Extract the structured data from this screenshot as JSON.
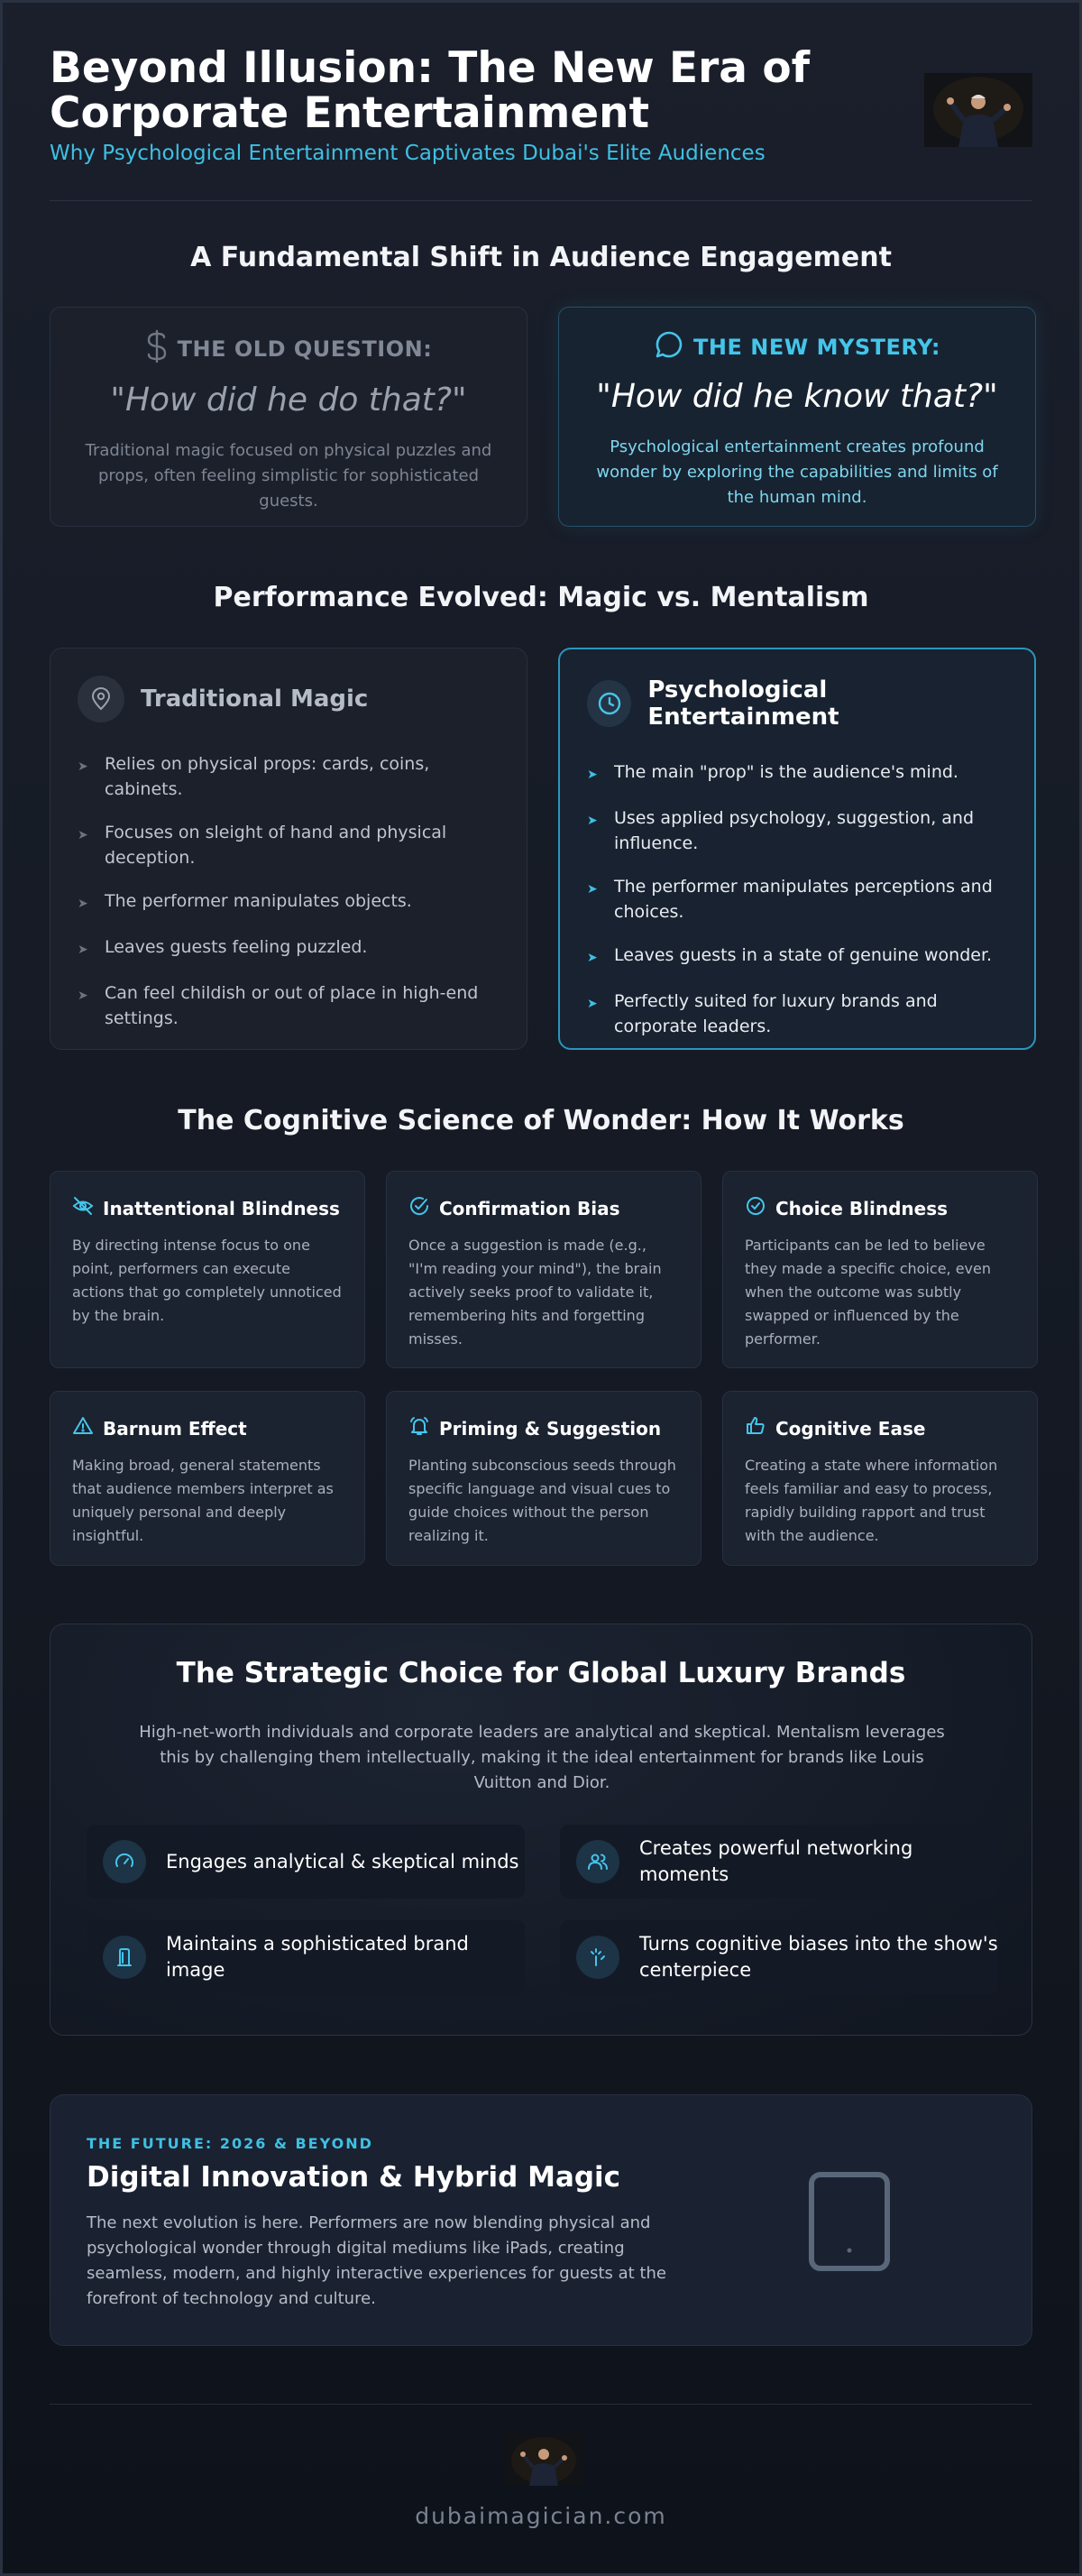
{
  "header": {
    "title": "Beyond Illusion: The New Era of Corporate Entertainment",
    "subtitle": "Why Psychological Entertainment Captivates Dubai's Elite Audiences"
  },
  "shift": {
    "title": "A Fundamental Shift in Audience Engagement",
    "old": {
      "icon": "dollar-icon",
      "label": "THE OLD QUESTION:",
      "quote": "\"How did he do that?\"",
      "description": "Traditional magic focused on physical puzzles and props, often feeling simplistic for sophisticated guests."
    },
    "new": {
      "icon": "speech-bubble-icon",
      "label": "THE NEW MYSTERY:",
      "quote": "\"How did he know that?\"",
      "description": "Psychological entertainment creates profound wonder by exploring the capabilities and limits of the human mind."
    }
  },
  "performance": {
    "title": "Performance Evolved: Magic vs. Mentalism",
    "traditional": {
      "icon": "map-pin-icon",
      "name": "Traditional Magic",
      "items": [
        "Relies on physical props: cards, coins, cabinets.",
        "Focuses on sleight of hand and physical deception.",
        "The performer manipulates objects.",
        "Leaves guests feeling puzzled.",
        "Can feel childish or out of place in high-end settings."
      ]
    },
    "psychological": {
      "icon": "clock-icon",
      "name": "Psychological Entertainment",
      "items": [
        "The main \"prop\" is the audience's mind.",
        "Uses applied psychology, suggestion, and influence.",
        "The performer manipulates perceptions and choices.",
        "Leaves guests in a state of genuine wonder.",
        "Perfectly suited for luxury brands and corporate leaders."
      ]
    }
  },
  "science": {
    "title": "The Cognitive Science of Wonder: How It Works",
    "cards": [
      {
        "icon": "eye-off-icon",
        "title": "Inattentional Blindness",
        "description": "By directing intense focus to one point, performers can execute actions that go completely unnoticed by the brain."
      },
      {
        "icon": "check-circle-icon",
        "title": "Confirmation Bias",
        "description": "Once a suggestion is made (e.g., \"I'm reading your mind\"), the brain actively seeks proof to validate it, remembering hits and forgetting misses."
      },
      {
        "icon": "check-badge-icon",
        "title": "Choice Blindness",
        "description": "Participants can be led to believe they made a specific choice, even when the outcome was subtly swapped or influenced by the performer."
      },
      {
        "icon": "warning-icon",
        "title": "Barnum Effect",
        "description": "Making broad, general statements that audience members interpret as uniquely personal and deeply insightful."
      },
      {
        "icon": "bell-ring-icon",
        "title": "Priming & Suggestion",
        "description": "Planting subconscious seeds through specific language and visual cues to guide choices without the person realizing it."
      },
      {
        "icon": "thumbs-up-icon",
        "title": "Cognitive Ease",
        "description": "Creating a state where information feels familiar and easy to process, rapidly building rapport and trust with the audience."
      }
    ]
  },
  "strategic": {
    "title": "The Strategic Choice for Global Luxury Brands",
    "description": "High-net-worth individuals and corporate leaders are analytical and skeptical. Mentalism leverages this by challenging them intellectually, making it the ideal entertainment for brands like Louis Vuitton and Dior.",
    "features": [
      {
        "icon": "gauge-icon",
        "label": "Engages analytical & skeptical minds"
      },
      {
        "icon": "users-icon",
        "label": "Creates powerful networking moments"
      },
      {
        "icon": "gem-tower-icon",
        "label": "Maintains a sophisticated brand image"
      },
      {
        "icon": "sparkle-wand-icon",
        "label": "Turns cognitive biases into the show's centerpiece"
      }
    ]
  },
  "future": {
    "tag": "THE FUTURE: 2026 & BEYOND",
    "title": "Digital Innovation & Hybrid Magic",
    "description": "The next evolution is here. Performers are now blending physical and psychological wonder through digital mediums like iPads, creating seamless, modern, and highly interactive experiences for guests at the forefront of technology and culture.",
    "icon": "tablet-icon"
  },
  "footer": {
    "site": "dubaimagician.com"
  },
  "colors": {
    "accent": "#3fc0e3",
    "background": "#161b25",
    "card": "#1b2230"
  }
}
